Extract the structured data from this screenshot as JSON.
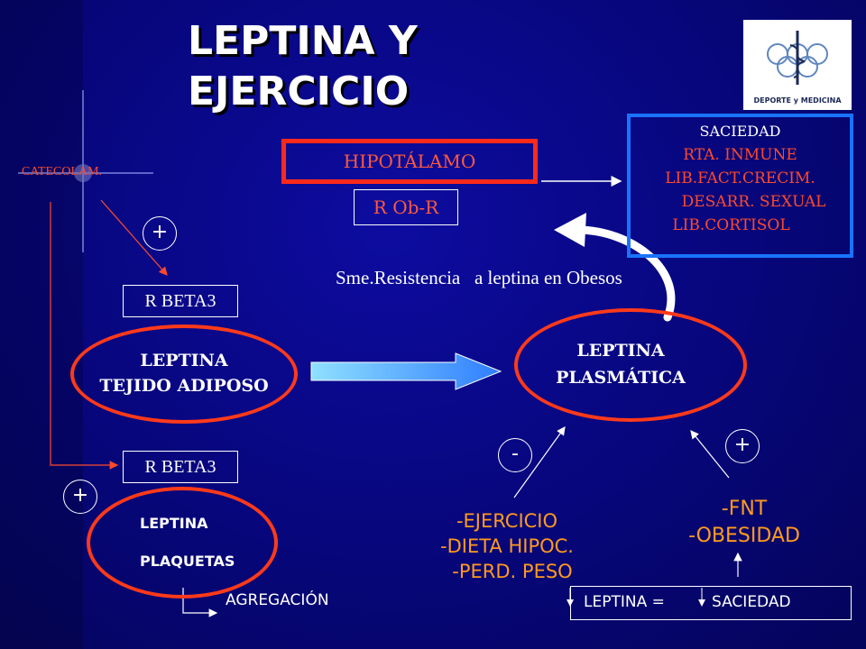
{
  "title": {
    "line1": "LEPTINA Y",
    "line2": "EJERCICIO"
  },
  "logo": {
    "caption": "DEPORTE y MEDICINA"
  },
  "hipotalamo": "HIPOTÁLAMO",
  "receptor_ob": "R  Ob-R",
  "catecolam": "CATECOLAM.",
  "effects": [
    "SACIEDAD",
    "RTA. INMUNE",
    "LIB.FACT.CRECIM.",
    "DESARR. SEXUAL",
    "LIB.CORTISOL"
  ],
  "resistance_note": "Sme.Resistencia   a leptina en Obesos",
  "rbeta_top": "R BETA3",
  "rbeta_bottom": "R BETA3",
  "plus_top": "+",
  "plus_bottom": "+",
  "adipose": {
    "line1": "LEPTINA",
    "line2": "TEJIDO ADIPOSO"
  },
  "plasma": {
    "line1": "LEPTINA",
    "line2": "PLASMÁTICA"
  },
  "platelets": {
    "line1": "LEPTINA",
    "line2": "PLAQUETAS"
  },
  "agregacion": "AGREGACIÓN",
  "minus_sign": "-",
  "plus_sign_right": "+",
  "decreasers": [
    "-EJERCICIO",
    "-DIETA HIPOC.",
    "-PERD. PESO"
  ],
  "increasers": [
    "-FNT",
    "-OBESIDAD"
  ],
  "bottom_box": {
    "left": "LEPTINA =",
    "right": "SACIEDAD"
  },
  "colors": {
    "background": "#07067a",
    "accent_red": "#ff3a1a",
    "accent_blue": "#1a73ff",
    "orange": "#ff9a1e"
  }
}
